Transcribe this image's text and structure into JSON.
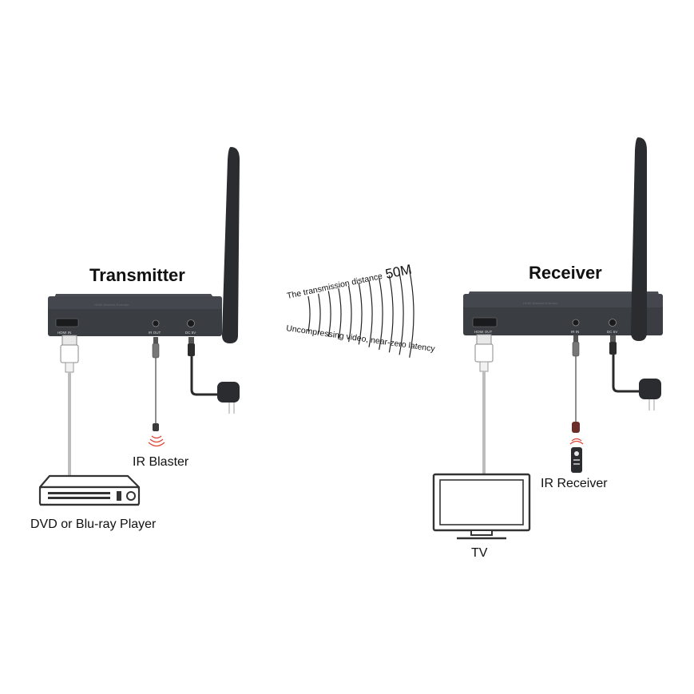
{
  "transmitter": {
    "title": "Transmitter",
    "ports": {
      "hdmi": "HDMI IN",
      "ir": "IR OUT",
      "dc": "DC 5V"
    }
  },
  "receiver": {
    "title": "Receiver",
    "ports": {
      "hdmi": "HDMI OUT",
      "ir": "IR IN",
      "dc": "DC 5V"
    }
  },
  "wireless": {
    "distance_text": "The transmission distance",
    "distance_value": "50M",
    "feature_text": "Uncompressing video, near-zero latency"
  },
  "labels": {
    "ir_blaster": "IR Blaster",
    "ir_receiver": "IR Receiver",
    "source": "DVD or Blu-ray Player",
    "display": "TV"
  },
  "colors": {
    "device_body": "#3a3d42",
    "antenna": "#2a2c2f",
    "cable": "#bdbdbd",
    "ir_signal": "#e0473c"
  }
}
